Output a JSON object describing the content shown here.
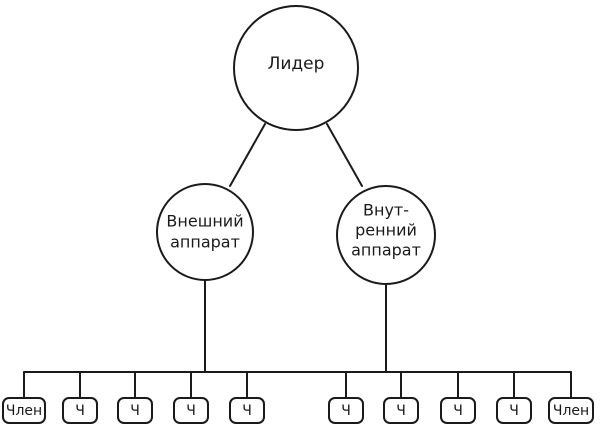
{
  "diagram": {
    "leader": "Лидер",
    "external_apparatus": [
      "Внешний",
      "аппарат"
    ],
    "internal_apparatus": [
      "Внут-",
      "ренний",
      "аппарат"
    ],
    "members": [
      "Член",
      "Ч",
      "Ч",
      "Ч",
      "Ч",
      "Ч",
      "Ч",
      "Ч",
      "Ч",
      "Член"
    ]
  }
}
